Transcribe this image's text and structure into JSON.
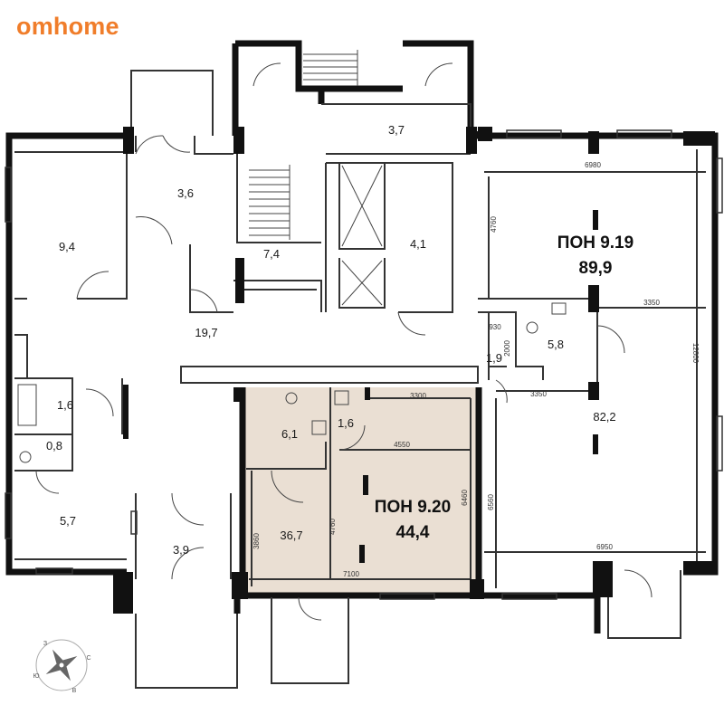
{
  "brand": {
    "name": "omhome",
    "color": "#f07d2a"
  },
  "colors": {
    "wall": "#111111",
    "thin": "#333333",
    "highlight": "#eadfd3"
  },
  "rooms": {
    "r_9_4": "9,4",
    "r_3_6": "3,6",
    "r_7_4": "7,4",
    "r_3_7": "3,7",
    "r_4_1": "4,1",
    "r_19_7": "19,7",
    "r_1_6a": "1,6",
    "r_0_8": "0,8",
    "r_5_7": "5,7",
    "r_3_9": "3,9",
    "r_6_1": "6,1",
    "r_1_6b": "1,6",
    "r_36_7": "36,7",
    "r_1_9": "1,9",
    "r_5_8": "5,8",
    "r_82_2": "82,2"
  },
  "units": {
    "u919": {
      "name": "ПОН 9.19",
      "area": "89,9"
    },
    "u920": {
      "name": "ПОН 9.20",
      "area": "44,4"
    }
  },
  "dims": {
    "d6980": "6980",
    "d4760a": "4760",
    "d3350a": "3350",
    "d930": "930",
    "d2000": "2000",
    "d12800": "12800",
    "d3350b": "3350",
    "d3300": "3300",
    "d4550": "4550",
    "d6460": "6460",
    "d6560": "6560",
    "d3860": "3860",
    "d4760b": "4760",
    "d7100": "7100",
    "d6950": "6950"
  },
  "compass": {
    "w": "З",
    "s": "Ю",
    "e": "В",
    "n": "С"
  }
}
